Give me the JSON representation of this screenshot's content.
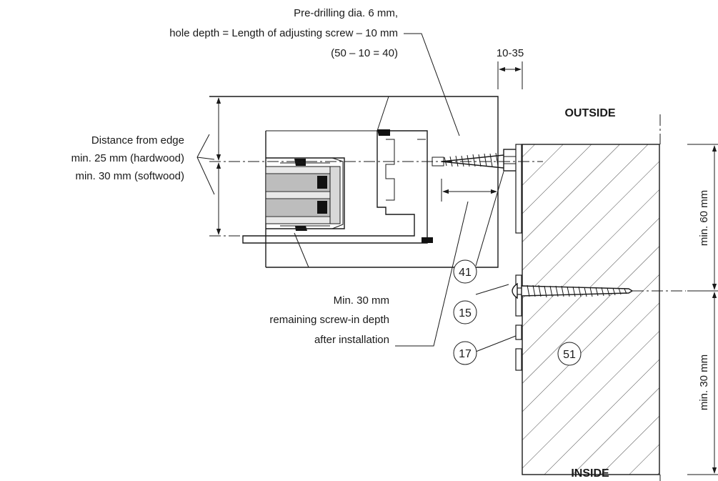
{
  "labels": {
    "predrill_line1": "Pre-drilling dia. 6 mm,",
    "predrill_line2": "hole depth = Length of adjusting screw – 10 mm",
    "predrill_line3": "(50 – 10 = 40)",
    "gap_dimension": "10-35",
    "outside": "OUTSIDE",
    "inside": "INSIDE",
    "edge_line1": "Distance from edge",
    "edge_line2": "min. 25 mm (hardwood)",
    "edge_line3": "min. 30 mm (softwood)",
    "depth_line1": "Min. 30 mm",
    "depth_line2": "remaining screw-in depth",
    "depth_line3": "after installation",
    "dim_upper": "min. 60 mm",
    "dim_lower": "min. 30 mm"
  },
  "callouts": [
    "41",
    "15",
    "17",
    "51"
  ]
}
